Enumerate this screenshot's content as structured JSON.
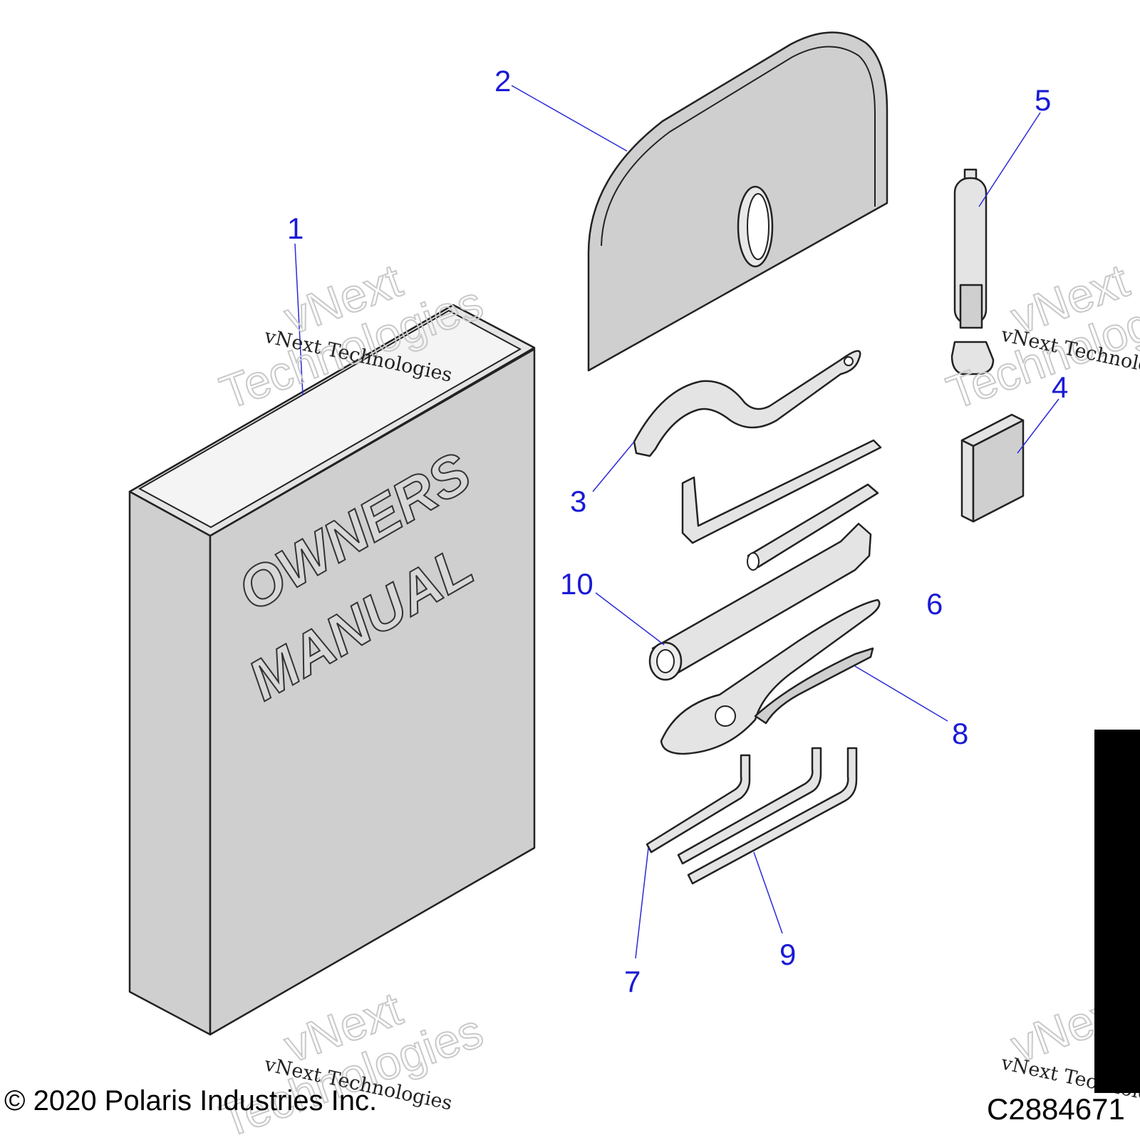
{
  "manual_cover": {
    "line1": "OWNERS",
    "line2": "MANUAL"
  },
  "callouts": {
    "c1": "1",
    "c2": "2",
    "c3": "3",
    "c4": "4",
    "c5": "5",
    "c6": "6",
    "c7": "7",
    "c8": "8",
    "c9": "9",
    "c10": "10"
  },
  "watermarks": {
    "text": "vNext Technologies",
    "big_line1": "vNext",
    "big_line2": "Technologies"
  },
  "footer": {
    "copyright": "© 2020 Polaris Industries  Inc.",
    "drawing_number": "C2884671"
  },
  "colors": {
    "callout": "#1a1ad6",
    "part_fill": "#cfcfcf",
    "outline": "#222222"
  }
}
